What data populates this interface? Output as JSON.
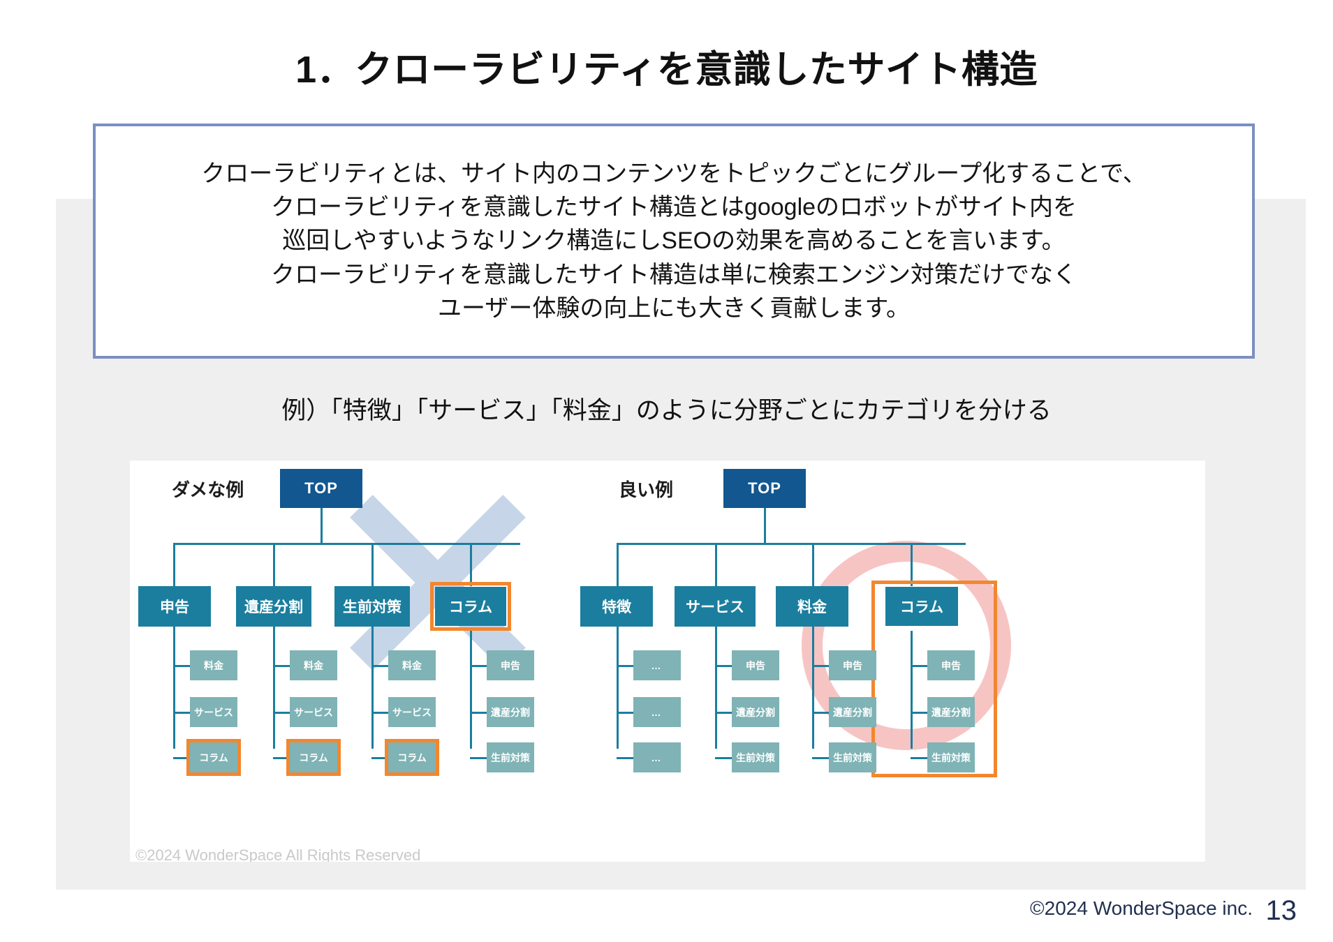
{
  "slide": {
    "title": "1．クローラビリティを意識したサイト構造",
    "description_lines": [
      "クローラビリティとは、サイト内のコンテンツをトピックごとにグループ化することで、",
      "クローラビリティを意識したサイト構造とはgoogleのロボットがサイト内を",
      "巡回しやすいようなリンク構造にしSEOの効果を高めることを言います。",
      "クローラビリティを意識したサイト構造は単に検索エンジン対策だけでなく",
      "ユーザー体験の向上にも大きく貢献します。"
    ],
    "example_caption": "例）「特徴」「サービス」「料金」のように分野ごとにカテゴリを分ける",
    "footer_copyright": "©2024 WonderSpace inc.",
    "page_number": "13"
  },
  "diagram": {
    "credit": "©2024 WonderSpace All Rights Reserved",
    "bad": {
      "label": "ダメな例",
      "top": "TOP",
      "categories": [
        "申告",
        "遺産分割",
        "生前対策",
        "コラム"
      ],
      "highlighted_categories": [
        "コラム"
      ],
      "children": {
        "申告": [
          "料金",
          "サービス",
          "コラム"
        ],
        "遺産分割": [
          "料金",
          "サービス",
          "コラム"
        ],
        "生前対策": [
          "料金",
          "サービス",
          "コラム"
        ],
        "コラム": [
          "申告",
          "遺産分割",
          "生前対策"
        ]
      },
      "highlighted_children": [
        "コラム"
      ],
      "marker": "x-mark"
    },
    "good": {
      "label": "良い例",
      "top": "TOP",
      "categories": [
        "特徴",
        "サービス",
        "料金",
        "コラム"
      ],
      "highlighted_categories": [
        "コラム"
      ],
      "children": {
        "特徴": [
          "…",
          "…",
          "…"
        ],
        "サービス": [
          "申告",
          "遺産分割",
          "生前対策"
        ],
        "料金": [
          "申告",
          "遺産分割",
          "生前対策"
        ],
        "コラム": [
          "申告",
          "遺産分割",
          "生前対策"
        ]
      },
      "marker": "circle-mark"
    }
  },
  "colors": {
    "top_node": "#12578f",
    "category_node": "#1b7e9e",
    "leaf_node": "#7fb3b5",
    "highlight": "#f2872e",
    "box_border": "#7b8fc0",
    "panel_bg": "#efefef",
    "circle_mark": "#f7c4c4",
    "x_mark": "#c7d5e8"
  }
}
